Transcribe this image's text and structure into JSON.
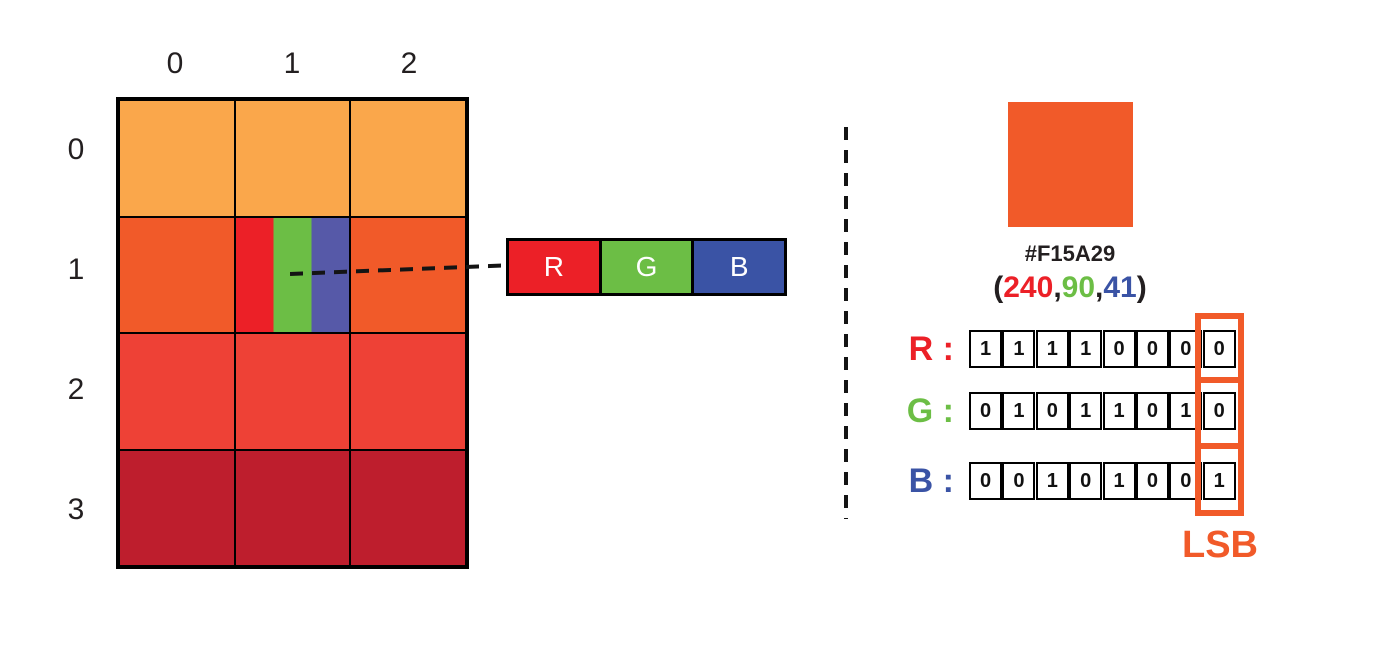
{
  "pixel_grid": {
    "column_labels": [
      "0",
      "1",
      "2"
    ],
    "row_labels": [
      "0",
      "1",
      "2",
      "3"
    ],
    "row_colors": [
      "#FAA74B",
      "#F15A29",
      "#EE4136",
      "#BE1E2D"
    ],
    "highlighted_pixel": {
      "row": "1",
      "column": "1",
      "stripe_colors": [
        "#EC2027",
        "#6CBE45",
        "#5659A8"
      ]
    }
  },
  "rgb_bar": {
    "channels": [
      {
        "label": "R",
        "color": "#EC2027"
      },
      {
        "label": "G",
        "color": "#6CBE45"
      },
      {
        "label": "B",
        "color": "#3A53A5"
      }
    ]
  },
  "color_detail": {
    "swatch_color": "#F15A29",
    "hex_label": "#F15A29",
    "rgb_tuple": {
      "paren_open": "(",
      "r": "240",
      "comma1": ",",
      "g": "90",
      "comma2": ",",
      "b": "41",
      "paren_close": ")"
    }
  },
  "binary_rows": [
    {
      "label": "R :",
      "color": "#EC2027",
      "bits": [
        "1",
        "1",
        "1",
        "1",
        "0",
        "0",
        "0",
        "0"
      ]
    },
    {
      "label": "G :",
      "color": "#6CBE45",
      "bits": [
        "0",
        "1",
        "0",
        "1",
        "1",
        "0",
        "1",
        "0"
      ]
    },
    {
      "label": "B :",
      "color": "#3A53A5",
      "bits": [
        "0",
        "0",
        "1",
        "0",
        "1",
        "0",
        "0",
        "1"
      ]
    }
  ],
  "lsb": {
    "label": "LSB",
    "highlight_color": "#F15A29"
  }
}
